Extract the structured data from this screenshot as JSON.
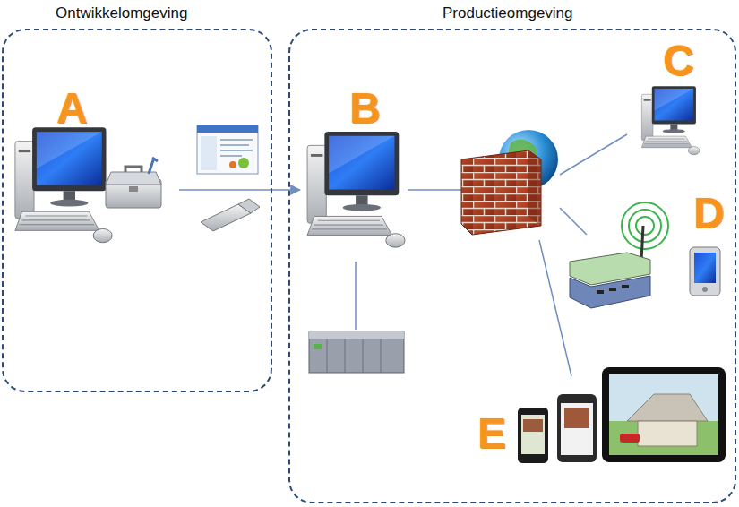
{
  "diagram": {
    "nodes": [
      {
        "text": [
          "Ontwikkelomgeving"
        ]
      },
      {
        "text": [
          "Productieomgeving"
        ]
      },
      {
        "text": [
          "A"
        ],
        "in": 0
      },
      {
        "text": [
          "B"
        ],
        "in": 1
      },
      {
        "text": [
          "C"
        ],
        "in": 1
      },
      {
        "text": [
          "D"
        ],
        "in": 1
      },
      {
        "text": [
          "E"
        ],
        "in": 1
      }
    ],
    "edges": [
      {
        "from": 2,
        "to": 3,
        "arrow": "to"
      }
    ]
  }
}
